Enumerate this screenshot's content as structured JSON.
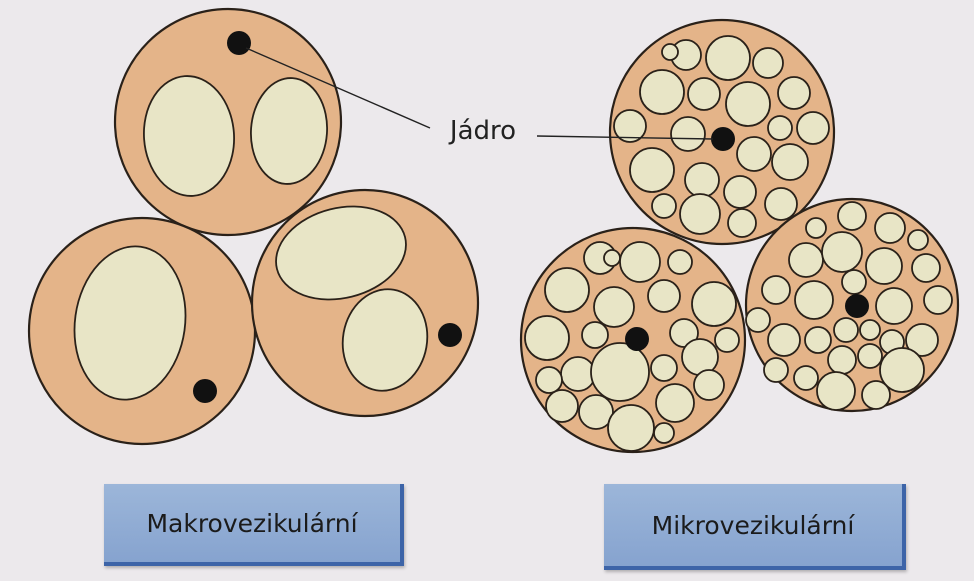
{
  "labels": {
    "nucleus": "Jádro",
    "macro": "Makrovezikulární",
    "micro": "Mikrovezikulární"
  },
  "colors": {
    "background": "#ece9ec",
    "cytoplasm": "#e4b489",
    "vacuole": "#e8e5c6",
    "nucleus": "#111111",
    "outline": "#2a2119",
    "legend_box": "#8fabd4",
    "legend_border": "#3d64a8"
  }
}
